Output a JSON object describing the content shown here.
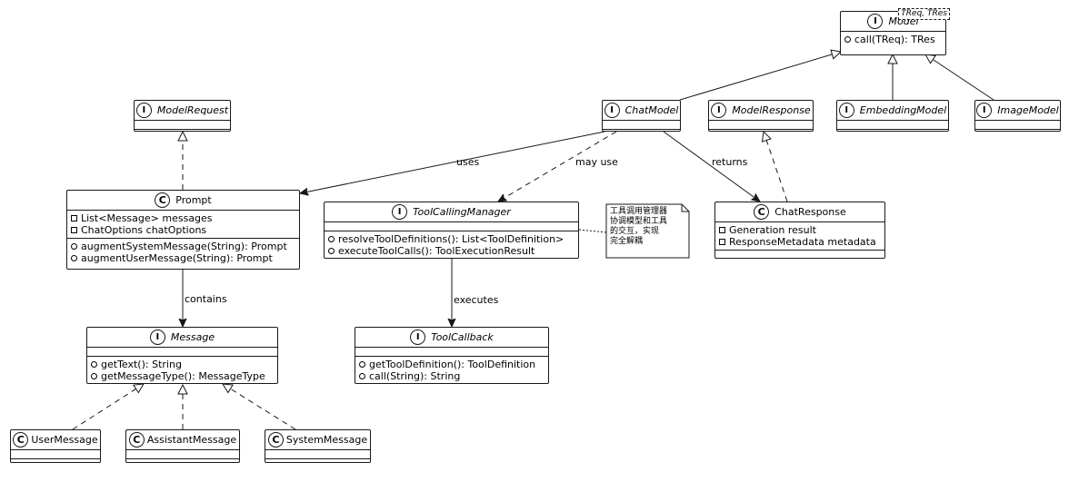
{
  "diagram": {
    "classes": {
      "model": {
        "name": "Model",
        "type_params": "TReq, TRes",
        "methods": [
          "call(TReq): TRes"
        ]
      },
      "chat_model": {
        "name": "ChatModel"
      },
      "model_response": {
        "name": "ModelResponse"
      },
      "embedding_model": {
        "name": "EmbeddingModel"
      },
      "image_model": {
        "name": "ImageModel"
      },
      "model_request": {
        "name": "ModelRequest"
      },
      "prompt": {
        "name": "Prompt",
        "fields": [
          "List<Message> messages",
          "ChatOptions chatOptions"
        ],
        "methods": [
          "augmentSystemMessage(String): Prompt",
          "augmentUserMessage(String): Prompt"
        ]
      },
      "tool_calling_manager": {
        "name": "ToolCallingManager",
        "methods": [
          "resolveToolDefinitions(): List<ToolDefinition>",
          "executeToolCalls(): ToolExecutionResult"
        ]
      },
      "chat_response": {
        "name": "ChatResponse",
        "fields": [
          "Generation result",
          "ResponseMetadata metadata"
        ]
      },
      "message": {
        "name": "Message",
        "methods": [
          "getText(): String",
          "getMessageType(): MessageType"
        ]
      },
      "tool_callback": {
        "name": "ToolCallback",
        "methods": [
          "getToolDefinition(): ToolDefinition",
          "call(String): String"
        ]
      },
      "user_message": {
        "name": "UserMessage"
      },
      "assistant_message": {
        "name": "AssistantMessage"
      },
      "system_message": {
        "name": "SystemMessage"
      }
    },
    "badges": {
      "interface": "I",
      "class": "C"
    },
    "edge_labels": {
      "uses": "uses",
      "may_use": "may use",
      "returns": "returns",
      "contains": "contains",
      "executes": "executes"
    },
    "note": {
      "lines": [
        "工具调用管理器",
        "协调模型和工具",
        "的交互，实现",
        "完全解耦"
      ]
    }
  }
}
